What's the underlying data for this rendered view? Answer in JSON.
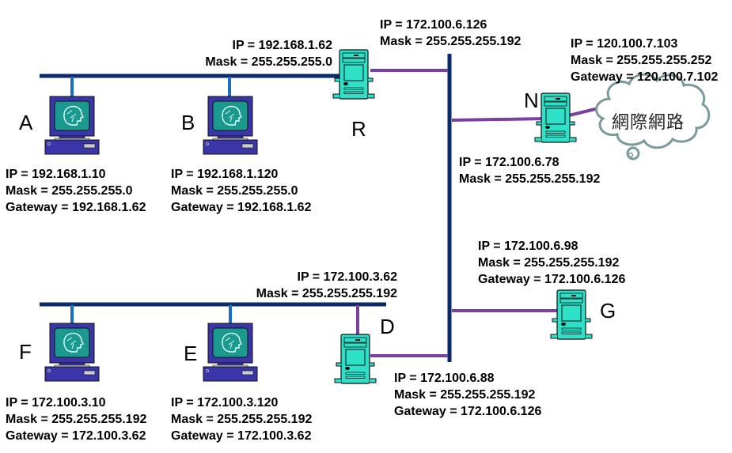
{
  "colors": {
    "backbone": "#0a2a6b",
    "pc_drop": "#1a6fc0",
    "router_link": "#7b3fa2",
    "pc_body": "#3a35a8",
    "pc_screen": "#1a9a8f",
    "server_body": "#2ee0c8",
    "cloud_stroke": "#7a9a9a"
  },
  "nodes": {
    "A": {
      "name": "A",
      "ip": "IP = 192.168.1.10",
      "mask": "Mask = 255.255.255.0",
      "gateway": "Gateway = 192.168.1.62"
    },
    "B": {
      "name": "B",
      "ip": "IP = 192.168.1.120",
      "mask": "Mask = 255.255.255.0",
      "gateway": "Gateway = 192.168.1.62"
    },
    "R": {
      "name": "R",
      "left_ip": "IP = 192.168.1.62",
      "left_mask": "Mask = 255.255.255.0",
      "right_ip": "IP = 172.100.6.126",
      "right_mask": "Mask = 255.255.255.192"
    },
    "N": {
      "name": "N",
      "inner_ip": "IP = 172.100.6.78",
      "inner_mask": "Mask = 255.255.255.192",
      "outer_ip": "IP = 120.100.7.103",
      "outer_mask": "Mask = 255.255.255.252",
      "outer_gateway": "Gateway = 120.100.7.102"
    },
    "G": {
      "name": "G",
      "ip": "IP = 172.100.6.98",
      "mask": "Mask = 255.255.255.192",
      "gateway": "Gateway = 172.100.6.126"
    },
    "D": {
      "name": "D",
      "top_ip": "IP = 172.100.3.62",
      "top_mask": "Mask = 255.255.255.192",
      "ip": "IP = 172.100.6.88",
      "mask": "Mask = 255.255.255.192",
      "gateway": "Gateway = 172.100.6.126"
    },
    "F": {
      "name": "F",
      "ip": "IP = 172.100.3.10",
      "mask": "Mask = 255.255.255.192",
      "gateway": "Gateway = 172.100.3.62"
    },
    "E": {
      "name": "E",
      "ip": "IP = 172.100.3.120",
      "mask": "Mask = 255.255.255.192",
      "gateway": "Gateway = 172.100.3.62"
    }
  },
  "internet": {
    "label": "網際網路",
    "icon": "cloud-icon"
  },
  "icons": {
    "pc": "computer-icon",
    "server": "server-tower-icon"
  }
}
